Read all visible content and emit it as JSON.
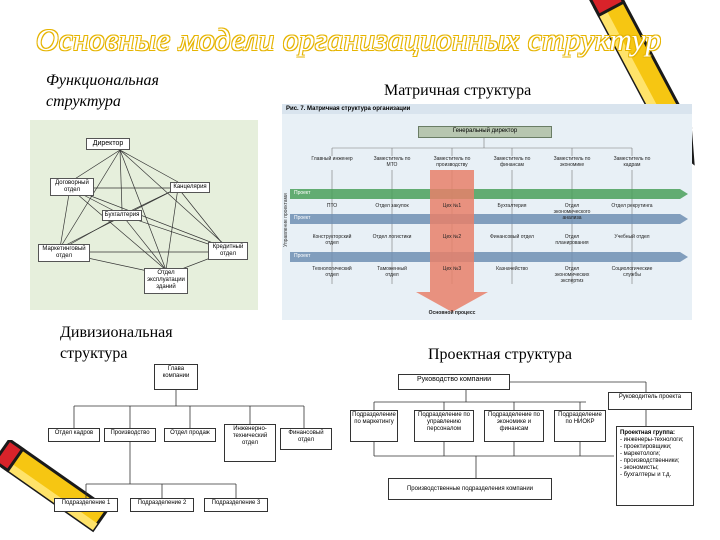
{
  "slide": {
    "title": "Основные модели организационных структур"
  },
  "functional": {
    "caption": "Функциональная структура",
    "nodes": {
      "director": "Директор",
      "contracts": "Договорный отдел",
      "office": "Канцелярия",
      "accounting": "Бухгалтерия",
      "marketing": "Маркетинговый отдел",
      "credit": "Кредитный отдел",
      "operations": "Отдел эксплуатации зданий"
    }
  },
  "matrix": {
    "caption": "Матричная структура",
    "figure_title": "Рис. 7. Матричная структура организации",
    "general_director": "Генеральный директор",
    "side_label": "Управление проектами",
    "heads": [
      "Главный инженер",
      "Заместитель по МТО",
      "Заместитель по производству",
      "Заместитель по финансам",
      "Заместитель по экономике",
      "Заместитель по кадрам"
    ],
    "row1": [
      "ПТО",
      "Отдел закупок",
      "Цех №1",
      "Бухгалтерия",
      "Отдел экономического анализа",
      "Отдел рекрутинга"
    ],
    "row2": [
      "Конструкторский отдел",
      "Отдел логистики",
      "Цех №2",
      "Финансовый отдел",
      "Отдел планирования",
      "Учебный отдел"
    ],
    "row3": [
      "Технологический отдел",
      "Таможенный отдел",
      "Цех №3",
      "Казначейство",
      "Отдел экономических экспертиз",
      "Социологические службы"
    ],
    "project_label": "Проект",
    "process_label": "Основной процесс"
  },
  "divisional": {
    "caption": "Дивизиональная структура",
    "head": "Глава компании",
    "departments": [
      "Отдел кадров",
      "Производство",
      "Отдел продаж",
      "Инженерно-технический отдел",
      "Финансовый отдел"
    ],
    "divisions": [
      "Подразделение 1",
      "Подразделение 2",
      "Подразделение 3"
    ]
  },
  "project": {
    "caption": "Проектная структура",
    "head": "Руководство компании",
    "units": [
      "Подразделение по маркетингу",
      "Подразделение по управлению персоналом",
      "Подразделение по экономике и финансам",
      "Подразделение по НИОКР"
    ],
    "project_head": "Руководитель проекта",
    "team_title": "Проектная группа:",
    "team_members": [
      "- инженеры-технологи;",
      "- проектировщики;",
      "- маркетологи;",
      "- производственники;",
      "- экономисты;",
      "- бухгалтеры и т.д."
    ],
    "bottom": "Производственные подразделения компании"
  },
  "colors": {
    "title_outline": "#e6b400",
    "matrix_bg": "#e8f0f6",
    "arrow_green": "#4aa05b",
    "arrow_blue": "#6e8fb3",
    "process_red": "#e8806a",
    "gbar": "#b7c6b0",
    "pencil_yellow": "#f6c612",
    "pencil_red": "#d8232a"
  }
}
